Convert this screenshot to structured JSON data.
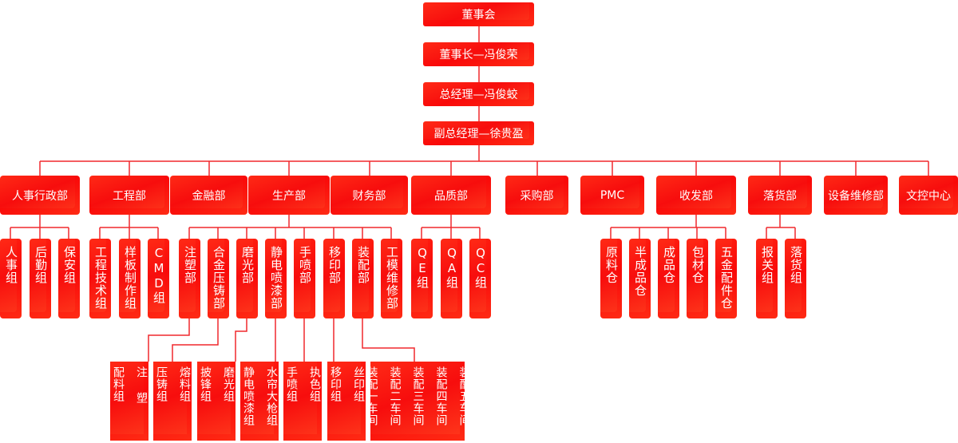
{
  "top": [
    "董事会",
    "董事长—冯俊荣",
    "总经理—冯俊蛟",
    "副总经理—徐贵盈"
  ],
  "departments": [
    "人事行政部",
    "工程部",
    "金融部",
    "生产部",
    "财务部",
    "品质部",
    "采购部",
    "PMC",
    "收发部",
    "落货部",
    "设备维修部",
    "文控中心"
  ],
  "sub_units": {
    "hr": [
      "人事组",
      "后勤组",
      "保安组"
    ],
    "engineering": [
      "工程技术组",
      "样板制作组",
      "CMD组"
    ],
    "production": [
      "注塑部",
      "合金压铸部",
      "磨光部",
      "静电喷漆部",
      "手喷部",
      "移印部",
      "装配部",
      "工模维修部"
    ],
    "quality": [
      "QE组",
      "QA组",
      "QC组"
    ],
    "receiving": [
      "原料仓",
      "半成品仓",
      "成品仓",
      "包材仓",
      "五金配件仓"
    ],
    "shipping": [
      "报关组",
      "落货组"
    ]
  },
  "production_groups": [
    [
      "配料组",
      "注 塑"
    ],
    [
      "压铸组",
      "熔料组"
    ],
    [
      "披锋组",
      "磨光组"
    ],
    [
      "静电喷漆组",
      "水帘大枪组"
    ],
    [
      "手喷组",
      "执色组"
    ],
    [
      "移印组",
      "丝印组"
    ],
    [
      "装配一车间",
      "装配二车间",
      "装配三车间",
      "装配四车间",
      "装配五车间"
    ]
  ],
  "colors": {
    "box": "#f70d0d",
    "line": "#f0282d"
  }
}
